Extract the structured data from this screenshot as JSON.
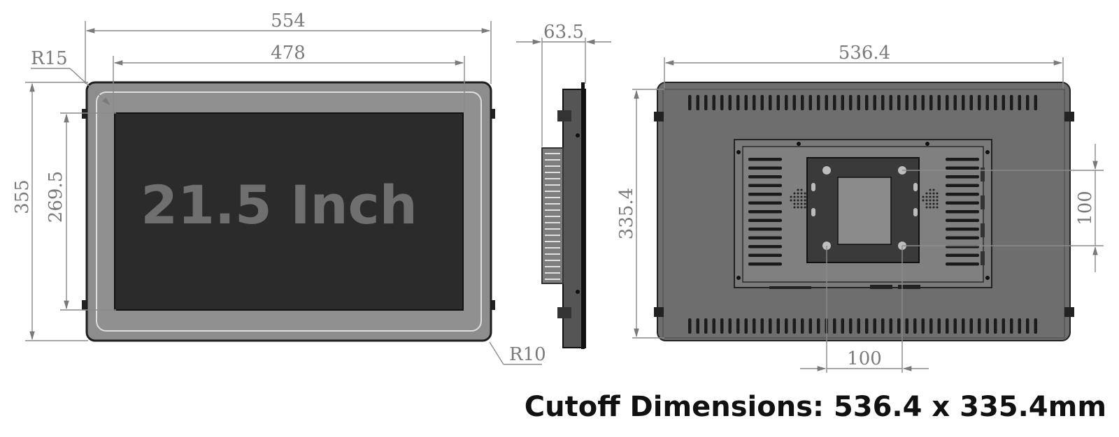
{
  "front_view": {
    "width_outer": "554",
    "width_screen": "478",
    "height_outer": "355",
    "height_screen": "269.5",
    "corner_radius_top": "R15",
    "corner_radius_bottom": "R10",
    "screen_label": "21.5 Inch"
  },
  "side_view": {
    "depth": "63.5"
  },
  "rear_view": {
    "width": "536.4",
    "height": "335.4",
    "vesa_horizontal": "100",
    "vesa_vertical": "100"
  },
  "footer": {
    "cutoff_text": "Cutoff Dimensions: 536.4 x 335.4mm"
  },
  "colors": {
    "bezel": "#8d8d8d",
    "screen": "#2b2b2b",
    "rear_panel": "#6e6e6e",
    "dimension_line": "#8a8a8a"
  }
}
